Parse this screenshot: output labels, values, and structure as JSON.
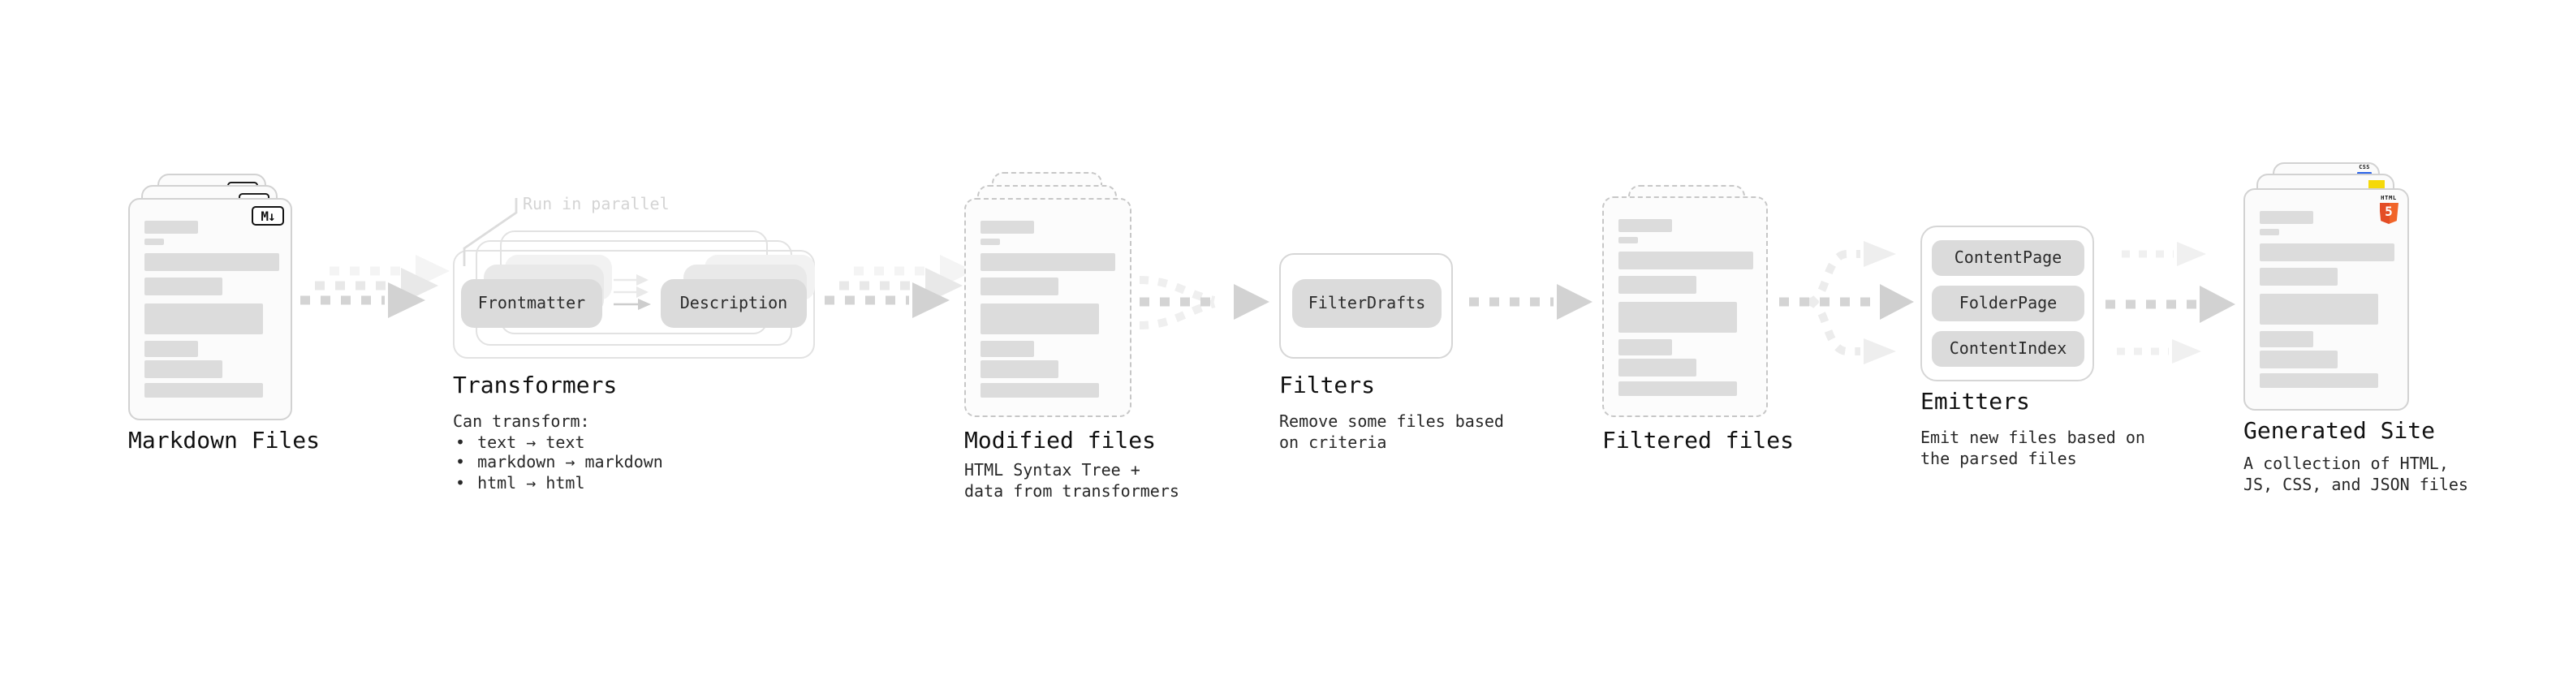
{
  "sections": {
    "markdown_files": {
      "title": "Markdown Files",
      "badge": "M↓"
    },
    "transformers": {
      "annotation": "Run in parallel",
      "pill_left": "Frontmatter",
      "pill_right": "Description",
      "title": "Transformers",
      "desc_heading": "Can transform:",
      "bullet": "•",
      "bullets": [
        "text → text",
        "markdown → markdown",
        "html → html"
      ]
    },
    "modified_files": {
      "title": "Modified files",
      "subtitle_lines": [
        "HTML Syntax Tree +",
        "data from transformers"
      ]
    },
    "filters": {
      "pill": "FilterDrafts",
      "title": "Filters",
      "subtitle_lines": [
        "Remove some files based",
        "on criteria"
      ]
    },
    "filtered_files": {
      "title": "Filtered files"
    },
    "emitters": {
      "pills": [
        "ContentPage",
        "FolderPage",
        "ContentIndex"
      ],
      "title": "Emitters",
      "subtitle_lines": [
        "Emit new files based on",
        "the parsed files"
      ]
    },
    "generated_site": {
      "title": "Generated Site",
      "subtitle_lines": [
        "A collection of HTML,",
        "JS, CSS, and JSON files"
      ],
      "html5_label": "HTML",
      "html5_number": "5",
      "css_label": "CSS"
    }
  },
  "colors": {
    "html5_orange": "#e44d26",
    "html5_orange_light": "#f16529",
    "js_yellow": "#f5d90a",
    "css_blue": "#2b63e8",
    "arrow_gray": "#d4d4d4",
    "arrow_light": "#ececec"
  }
}
